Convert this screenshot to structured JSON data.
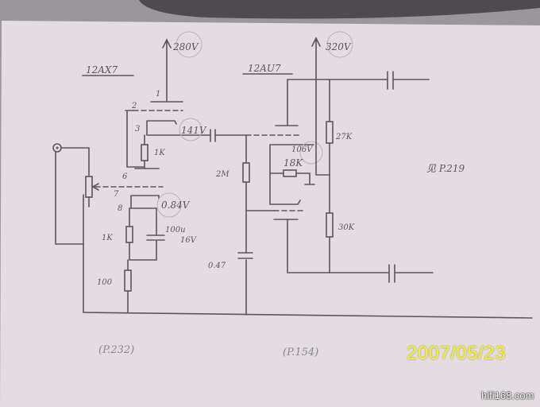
{
  "schematic": {
    "tube1_label": "12AX7",
    "tube2_label": "12AU7",
    "supply1": "280V",
    "supply2": "320V",
    "pins": [
      "1",
      "2",
      "3",
      "6",
      "7",
      "8"
    ],
    "v_plate1": "141V",
    "v_cathode2": "0.84V",
    "v_cathode_stage2": "106V",
    "r_cathode1": "1K",
    "r_cathode2": "1K",
    "r_100": "100",
    "c_bypass": "100u",
    "c_bypass_voltage": "16V",
    "r_grid": "2M",
    "c_047": "0.47",
    "r_18k": "18K",
    "r_27k": "27K",
    "r_30k": "30K",
    "note_right": "见 P.219",
    "ref_left": "(P.232)",
    "ref_mid": "(P.154)"
  },
  "overlay": {
    "date_stamp": "2007/05/23",
    "watermark": "hifi168.com"
  }
}
